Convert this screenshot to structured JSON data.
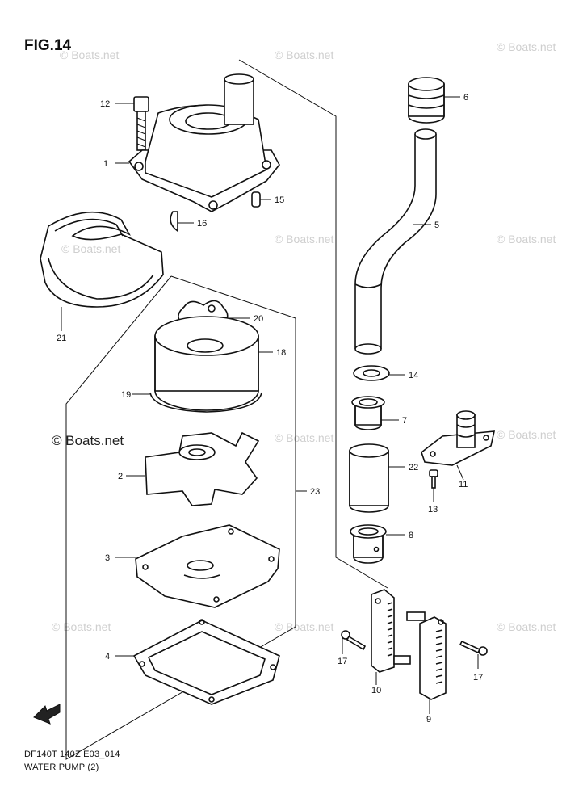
{
  "figure": {
    "title": "FIG.14"
  },
  "footer": {
    "line1": "DF140T 140Z E03_014",
    "line2": "WATER PUMP (2)"
  },
  "watermarks": {
    "text": "© Boats.net",
    "highlight_text": "© Boats.net"
  },
  "callouts": {
    "c1": "1",
    "c2": "2",
    "c3": "3",
    "c4": "4",
    "c5": "5",
    "c6": "6",
    "c7": "7",
    "c8": "8",
    "c9": "9",
    "c10": "10",
    "c11": "11",
    "c12": "12",
    "c13": "13",
    "c14": "14",
    "c15": "15",
    "c16": "16",
    "c17a": "17",
    "c17b": "17",
    "c18": "18",
    "c19": "19",
    "c20": "20",
    "c21": "21",
    "c22": "22",
    "c23": "23"
  },
  "icons": {
    "fwd_arrow": "forward-arrow-icon"
  }
}
